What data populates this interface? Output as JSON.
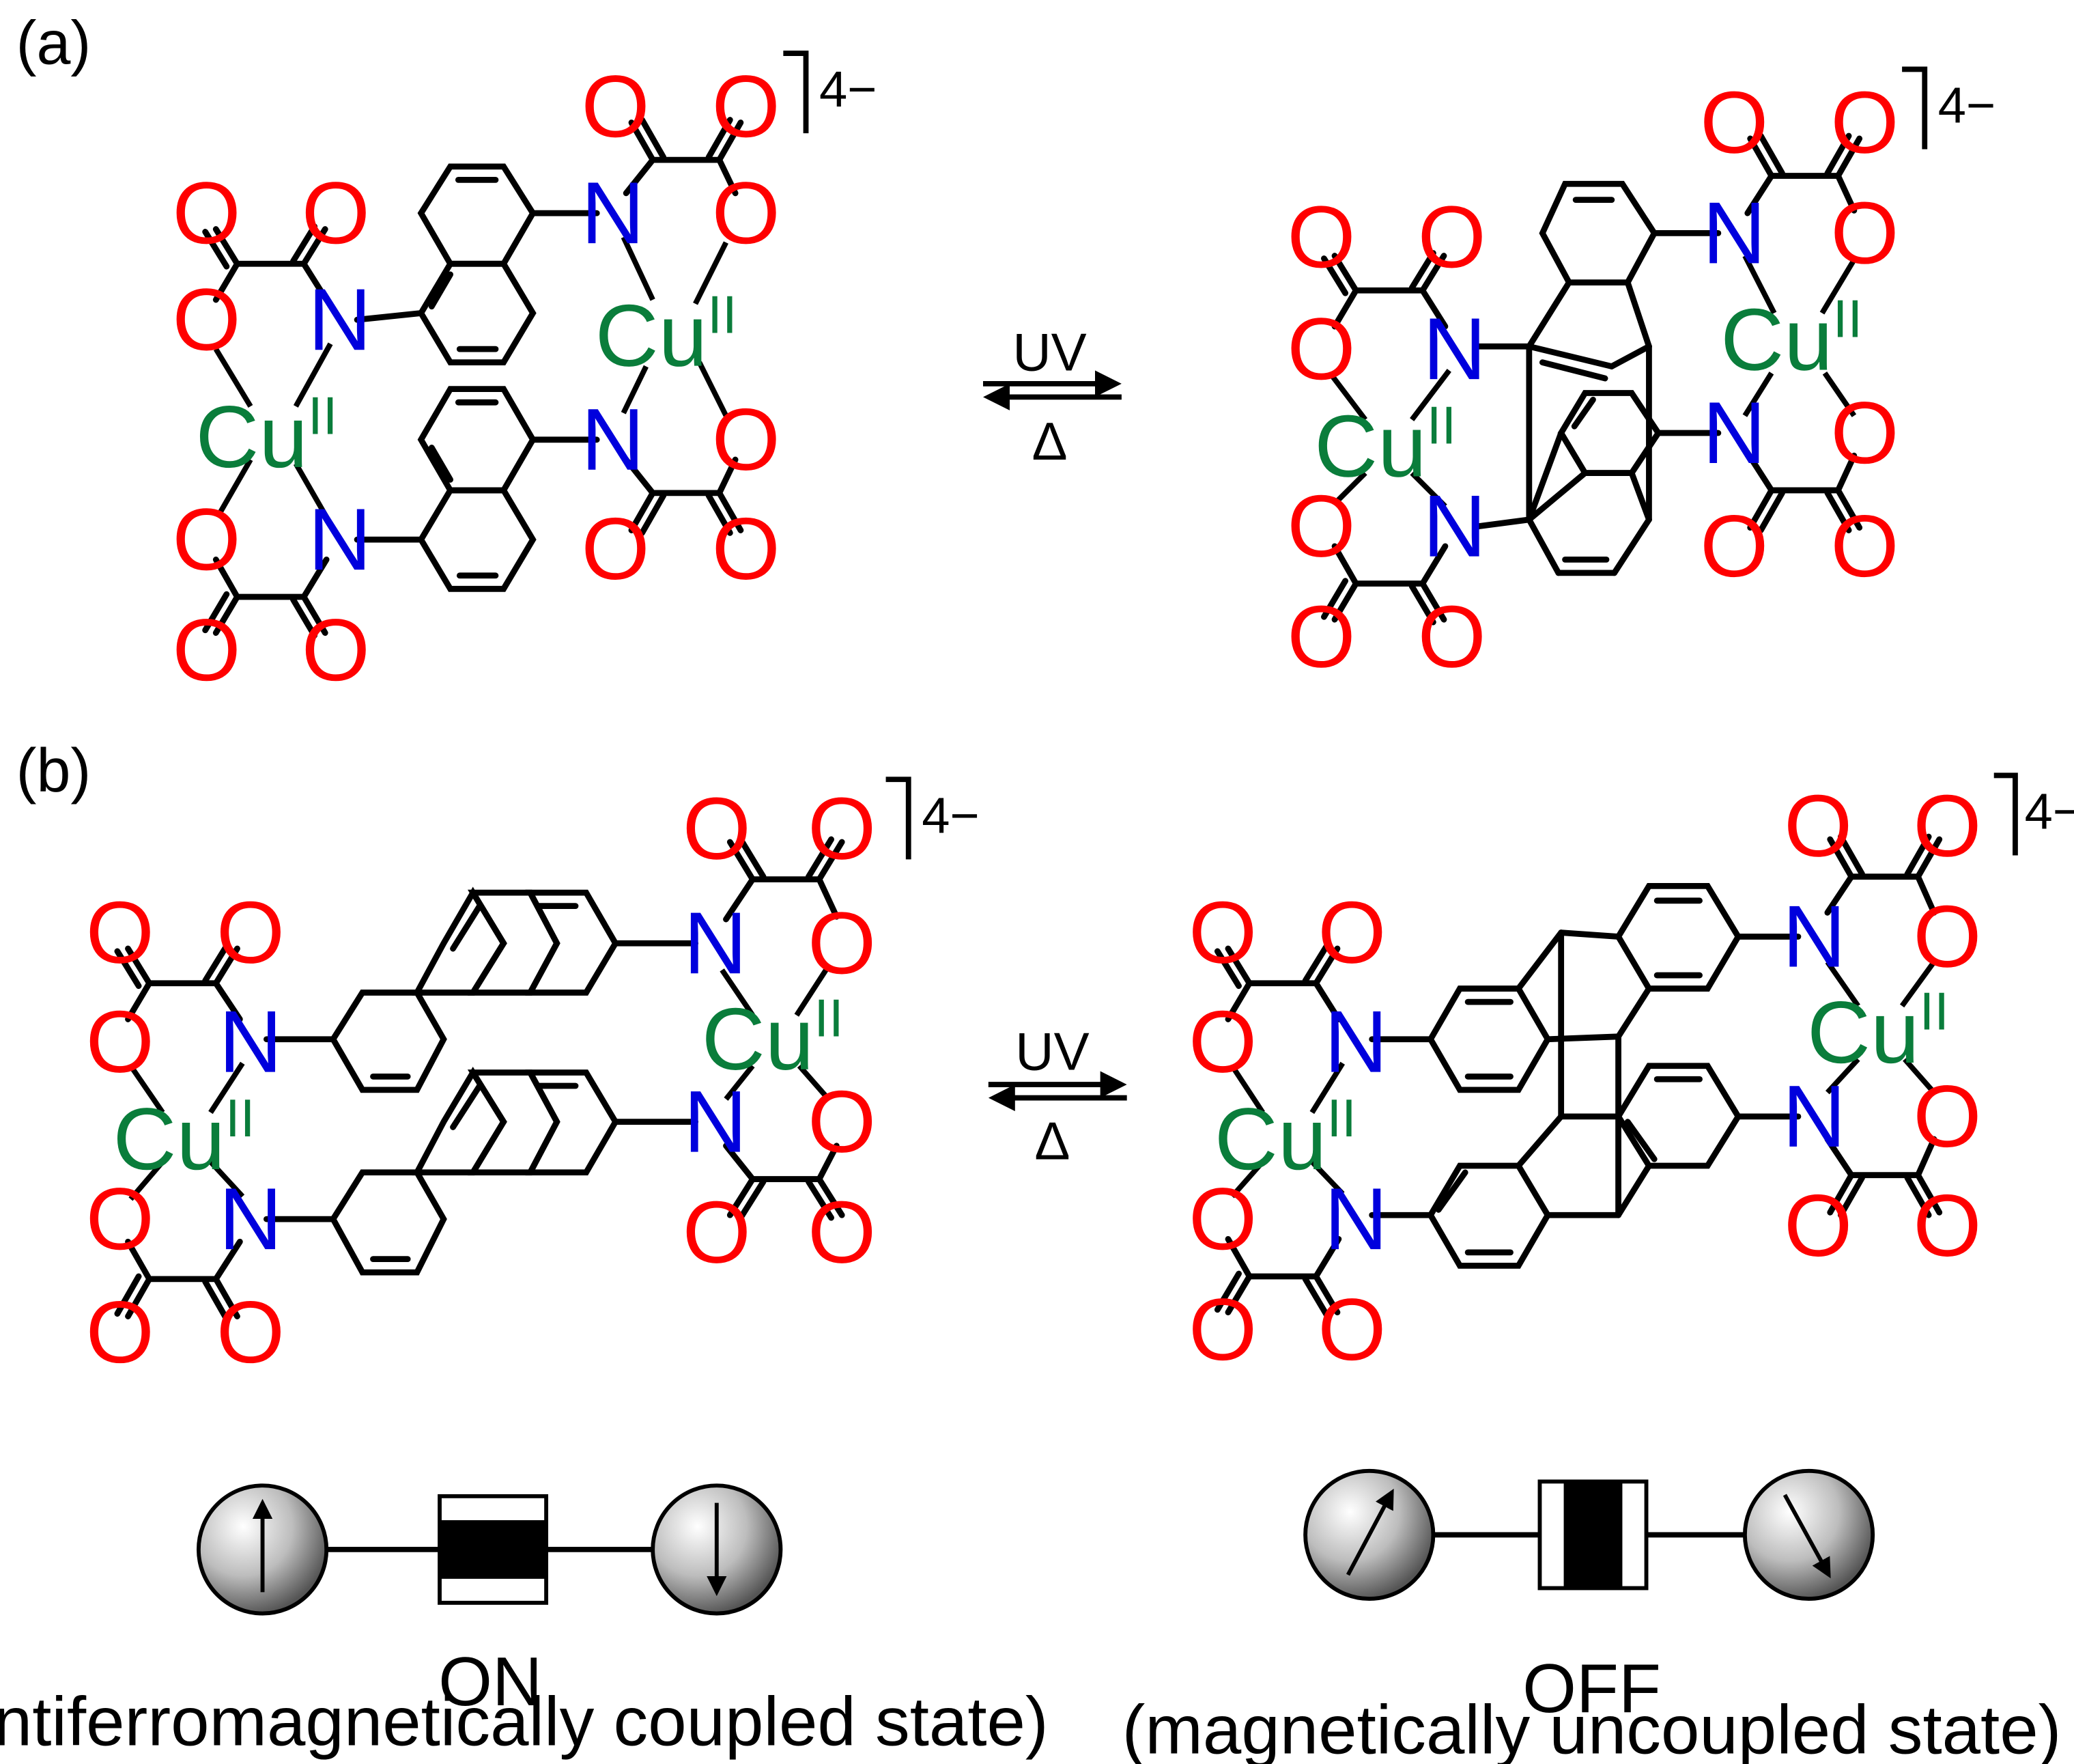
{
  "colors": {
    "oxygen": "#ff0000",
    "nitrogen": "#0000dd",
    "copper": "#0a7d3b",
    "bond": "#000000"
  },
  "panels": {
    "a": {
      "label": "(a)"
    },
    "b": {
      "label": "(b)"
    }
  },
  "atoms": {
    "oxygen": "O",
    "nitrogen": "N",
    "copper": "Cu",
    "copper_ox": "II"
  },
  "charge": "4−",
  "reaction": {
    "forward": "UV",
    "reverse": "Δ"
  },
  "states": {
    "on": {
      "title": "ON",
      "description": "(antiferromagnetically coupled state)"
    },
    "off": {
      "title": "OFF",
      "description": "(magnetically uncoupled state)"
    }
  }
}
